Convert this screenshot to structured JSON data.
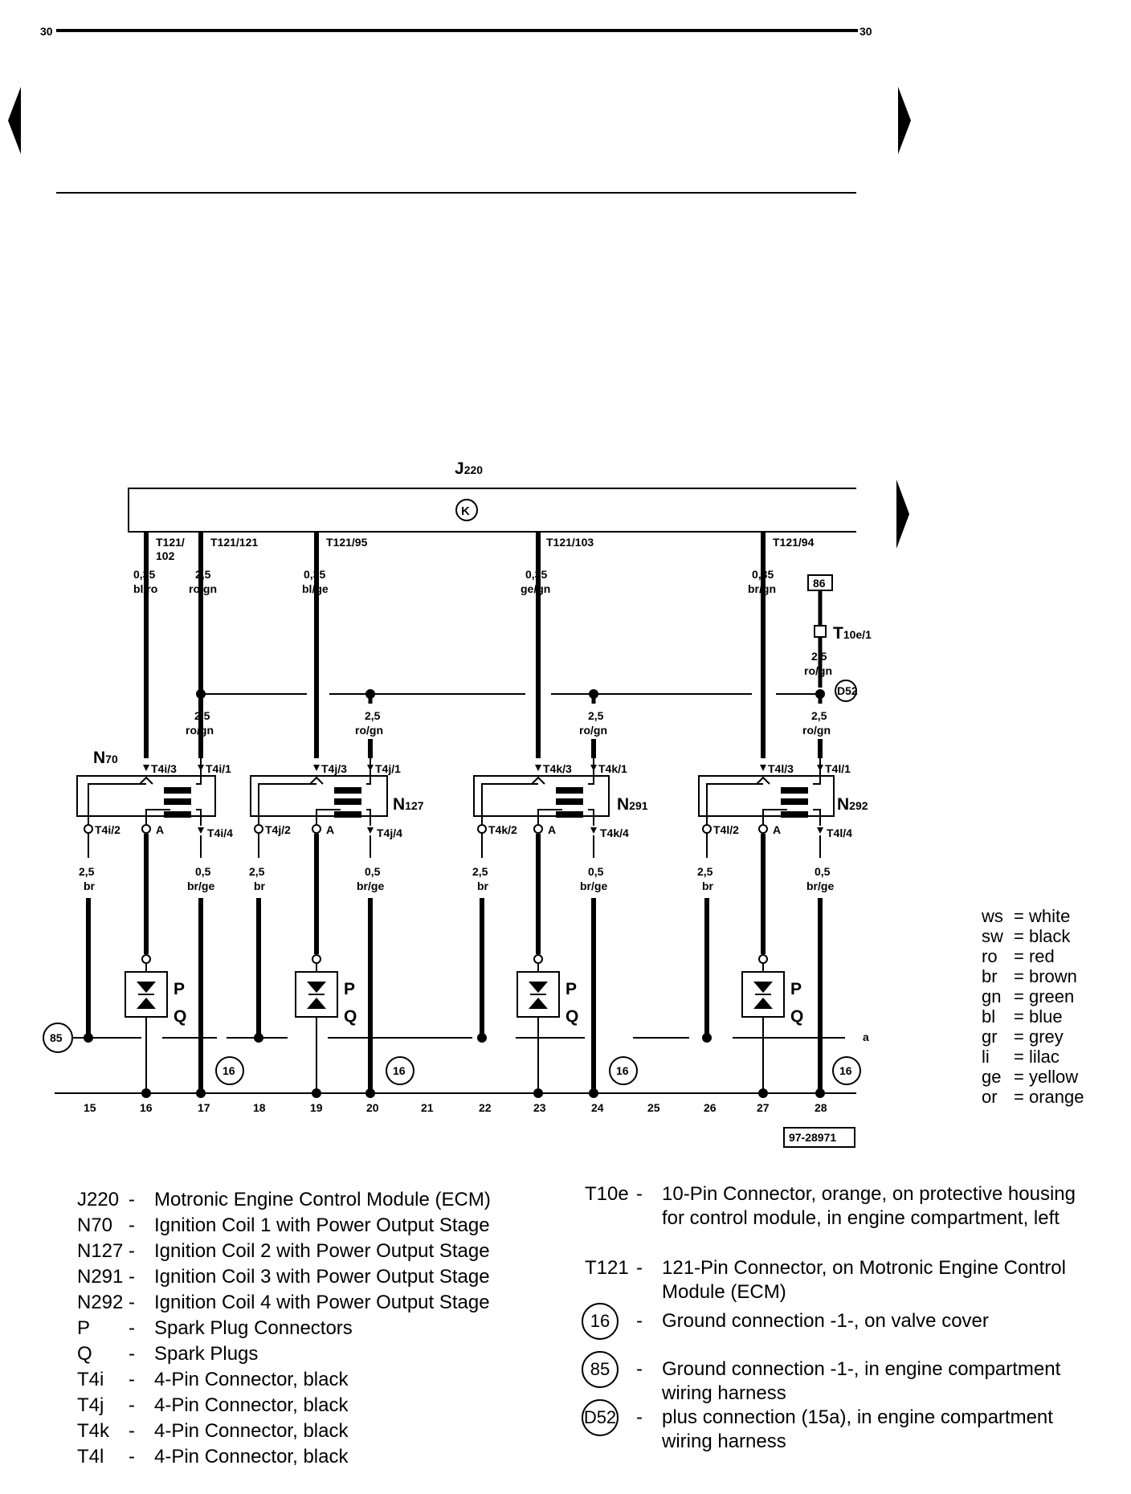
{
  "page": {
    "number_left": "30",
    "number_right": "30",
    "figure_id": "97-28971"
  },
  "control_module": {
    "name": "J",
    "sub": "220",
    "symbol": "K"
  },
  "ecm_pins": [
    {
      "label": "T121/",
      "label2": "102",
      "size": "0,35",
      "color": "bl/ro"
    },
    {
      "label": "T121/121",
      "size": "2,5",
      "color": "ro/gn"
    },
    {
      "label": "T121/95",
      "size": "0,35",
      "color": "bl/ge"
    },
    {
      "label": "T121/103",
      "size": "0,35",
      "color": "ge/gn"
    },
    {
      "label": "T121/94",
      "size": "0,35",
      "color": "br/gn"
    }
  ],
  "fuse_box": "86",
  "connector_t10e": {
    "name": "T",
    "sub": "10e/1",
    "size": "2,5",
    "color": "ro/gn"
  },
  "plus_connection": "D52",
  "supply_wires": [
    {
      "size": "2,5",
      "color": "ro/gn"
    },
    {
      "size": "2,5",
      "color": "ro/gn"
    },
    {
      "size": "2,5",
      "color": "ro/gn"
    },
    {
      "size": "2,5",
      "color": "ro/gn"
    }
  ],
  "coils": [
    {
      "name": "N",
      "sub": "70",
      "pin3": "T4i/3",
      "pin1": "T4i/1",
      "pin2": "T4i/2",
      "pin4": "T4i/4",
      "pinA": "A"
    },
    {
      "name": "N",
      "sub": "127",
      "pin3": "T4j/3",
      "pin1": "T4j/1",
      "pin2": "T4j/2",
      "pin4": "T4j/4",
      "pinA": "A"
    },
    {
      "name": "N",
      "sub": "291",
      "pin3": "T4k/3",
      "pin1": "T4k/1",
      "pin2": "T4k/2",
      "pin4": "T4k/4",
      "pinA": "A"
    },
    {
      "name": "N",
      "sub": "292",
      "pin3": "T4l/3",
      "pin1": "T4l/1",
      "pin2": "T4l/2",
      "pin4": "T4l/4",
      "pinA": "A"
    }
  ],
  "lower_wires": {
    "left_size": "2,5",
    "left_color": "br",
    "right_size": "0,5",
    "right_color": "br/ge"
  },
  "spark": {
    "p": "P",
    "q": "Q"
  },
  "grounds": {
    "g85": "85",
    "g16": "16",
    "line_label": "a"
  },
  "track_numbers": [
    "15",
    "16",
    "17",
    "18",
    "19",
    "20",
    "21",
    "22",
    "23",
    "24",
    "25",
    "26",
    "27",
    "28"
  ],
  "color_legend": [
    {
      "abbr": "ws",
      "name": "= white"
    },
    {
      "abbr": "sw",
      "name": "= black"
    },
    {
      "abbr": "ro",
      "name": "= red"
    },
    {
      "abbr": "br",
      "name": "= brown"
    },
    {
      "abbr": "gn",
      "name": "= green"
    },
    {
      "abbr": "bl",
      "name": "= blue"
    },
    {
      "abbr": "gr",
      "name": "= grey"
    },
    {
      "abbr": "li",
      "name": "= lilac"
    },
    {
      "abbr": "ge",
      "name": "= yellow"
    },
    {
      "abbr": "or",
      "name": "= orange"
    }
  ],
  "components_left": [
    {
      "code": "J220",
      "dash": "-",
      "desc": "Motronic Engine Control Module (ECM)"
    },
    {
      "code": "N70",
      "dash": "-",
      "desc": "Ignition Coil 1 with Power Output Stage"
    },
    {
      "code": "N127",
      "dash": "-",
      "desc": "Ignition Coil 2 with Power Output Stage"
    },
    {
      "code": "N291",
      "dash": "-",
      "desc": "Ignition Coil 3 with Power Output Stage"
    },
    {
      "code": "N292",
      "dash": "-",
      "desc": "Ignition Coil 4 with Power Output Stage"
    },
    {
      "code": "P",
      "dash": "-",
      "desc": "Spark Plug Connectors"
    },
    {
      "code": "Q",
      "dash": "-",
      "desc": "Spark Plugs"
    },
    {
      "code": "T4i",
      "dash": "-",
      "desc": "4-Pin Connector, black"
    },
    {
      "code": "T4j",
      "dash": "-",
      "desc": "4-Pin Connector, black"
    },
    {
      "code": "T4k",
      "dash": "-",
      "desc": "4-Pin Connector, black"
    },
    {
      "code": "T4l",
      "dash": "-",
      "desc": "4-Pin Connector, black"
    }
  ],
  "components_right": [
    {
      "code": "T10e",
      "dash": "-",
      "desc": "10-Pin Connector, orange, on protective housing for control module, in engine compartment, left"
    },
    {
      "code": "T121",
      "dash": "-",
      "desc": "121-Pin Connector, on Motronic Engine Control Module (ECM)"
    },
    {
      "circle": "16",
      "dash": "-",
      "desc": "Ground connection -1-, on valve cover"
    },
    {
      "circle": "85",
      "dash": "-",
      "desc": "Ground connection -1-, in engine compartment wiring harness"
    },
    {
      "circle": "D52",
      "dash": "-",
      "desc": "plus connection (15a), in engine compartment wiring harness"
    }
  ]
}
